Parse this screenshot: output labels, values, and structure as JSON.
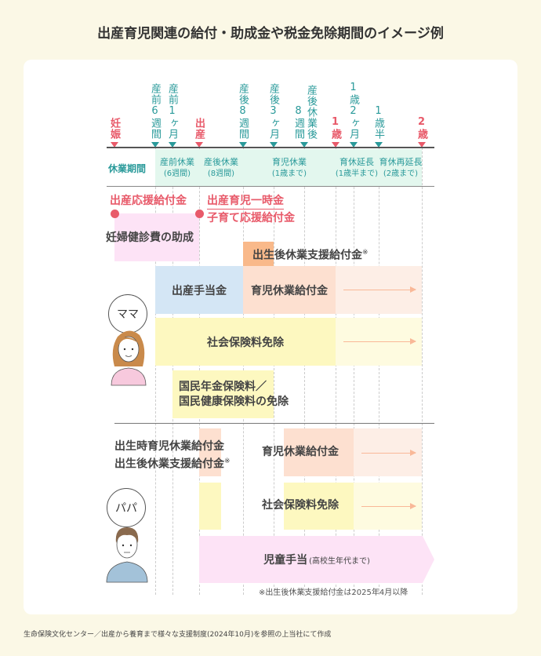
{
  "title": "出産育児関連の給付・助成金や税金免除期間のイメージ例",
  "timeline": {
    "markers": [
      {
        "label": "妊娠",
        "color": "red"
      },
      {
        "label": "産前6週間",
        "color": "teal"
      },
      {
        "label": "産前1ヶ月",
        "color": "teal"
      },
      {
        "label": "出産",
        "color": "red"
      },
      {
        "label": "産後8週間",
        "color": "teal"
      },
      {
        "label": "産後3ヶ月",
        "color": "teal"
      },
      {
        "label": "産後休業後",
        "label2": "8週間",
        "color": "teal"
      },
      {
        "label": "1歳",
        "color": "red"
      },
      {
        "label": "1歳2ヶ月",
        "color": "teal"
      },
      {
        "label": "1歳半",
        "color": "teal"
      },
      {
        "label": "2歳",
        "color": "red"
      }
    ],
    "leave_label": "休業期間",
    "periods": [
      {
        "name": "産前休業",
        "sub": "(6週間)"
      },
      {
        "name": "産後休業",
        "sub": "(8週間)"
      },
      {
        "name": "育児休業",
        "sub": "(1歳まで)"
      },
      {
        "name": "育休延長",
        "sub": "(1歳半まで)"
      },
      {
        "name": "育休再延長",
        "sub": "(2歳まで)"
      }
    ]
  },
  "mama": {
    "label": "ママ",
    "birth_support": "出産応援給付金",
    "lump_sum": "出産育児一時金",
    "child_support": "子育て応援給付金",
    "checkup": "妊婦健診費の助成",
    "post_birth_leave_support": "出生後休業支援給付金",
    "note_mark": "※",
    "maternity_allowance": "出産手当金",
    "childcare_benefit": "育児休業給付金",
    "social_insurance": "社会保険料免除",
    "national_pension_1": "国民年金保険料／",
    "national_pension_2": "国民健康保険料の免除"
  },
  "papa": {
    "label": "パパ",
    "birth_time_benefit": "出生時育児休業給付金",
    "post_birth_leave_support": "出生後休業支援給付金",
    "note_mark": "※",
    "childcare_benefit": "育児休業給付金",
    "social_insurance": "社会保険料免除",
    "child_allowance": "児童手当",
    "child_allowance_sub": "(高校生年代まで)"
  },
  "footnote": "※出生後休業支援給付金は2025年4月以降",
  "source": "生命保険文化センター／出産から養育まで様々な支援制度(2024年10月)を参照の上当社にて作成",
  "colors": {
    "teal": "#2a9a9a",
    "red": "#e85a6a",
    "pink": "#fde3f6",
    "blue": "#d4e6f5",
    "salmon": "#fde0d0",
    "orange": "#f9b98a",
    "yellow": "#fdf8c0",
    "band": "#e3f7ee"
  }
}
